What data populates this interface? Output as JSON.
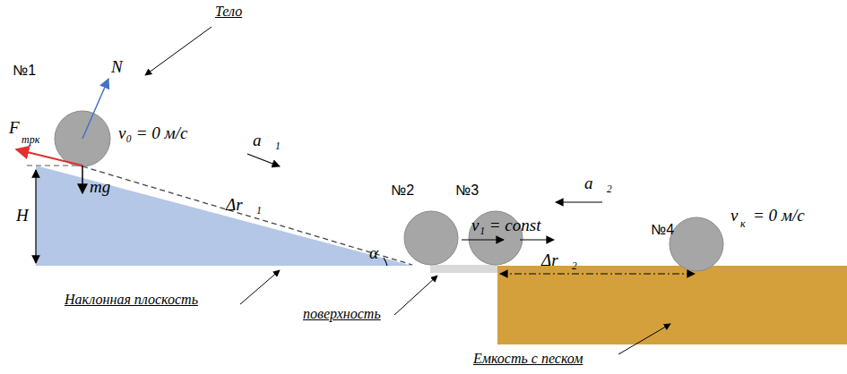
{
  "diagram": {
    "labels": [
      "Тело",
      "№1",
      "N⃗",
      "v₀ = 0 м/с",
      "F⃗",
      "трк",
      "a⃗₁",
      "mg⃗",
      "H",
      "Δr⃗₁",
      "α",
      "№2",
      "№3",
      "v₁ = const",
      "a⃗₂",
      "№4",
      "v",
      "к",
      "= 0 м/с",
      "Δr⃗₂",
      "Наклонная плоскость",
      "поверхность",
      "Емкость с песком"
    ]
  }
}
